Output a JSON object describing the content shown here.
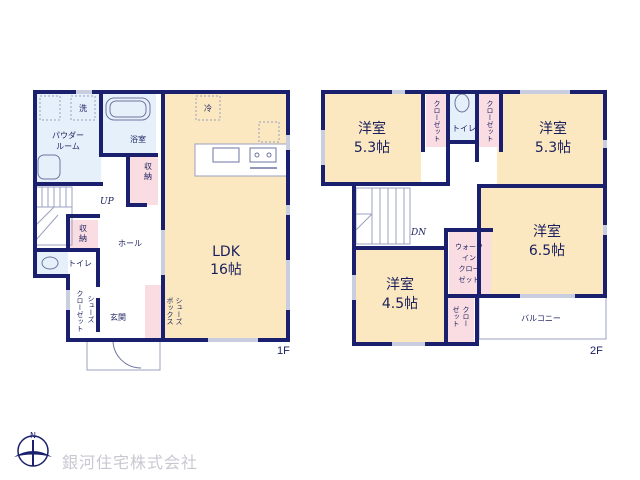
{
  "colors": {
    "wall": "#1a1f6e",
    "wood_floor": "#fbe8c0",
    "wet_floor": "#e6f0fa",
    "storage": "#fadde2",
    "hall": "#ffffff",
    "window": "#c9cde0",
    "logo_text": "#c8c8d2"
  },
  "floor1": {
    "tag": "1F",
    "rooms": {
      "ldk": {
        "name": "LDK",
        "size": "16帖"
      },
      "bath": {
        "name": "浴室"
      },
      "powder": {
        "name_l1": "パウダー",
        "name_l2": "ルーム"
      },
      "washer": {
        "name": "洗"
      },
      "fridge": {
        "name": "冷"
      },
      "storage1": {
        "l1": "収",
        "l2": "納"
      },
      "storage2": {
        "l1": "収",
        "l2": "納"
      },
      "hall": {
        "name": "ホール"
      },
      "toilet": {
        "name": "トイレ"
      },
      "entrance": {
        "name": "玄関"
      },
      "shoe_closet": {
        "l1": "シューズ",
        "l2": "クローゼット"
      },
      "shoe_box": {
        "l1": "シューズ",
        "l2": "ボックス"
      },
      "stairs": {
        "dir": "UP"
      }
    }
  },
  "floor2": {
    "tag": "2F",
    "rooms": {
      "room_nw": {
        "name": "洋室",
        "size": "5.3帖"
      },
      "room_ne": {
        "name": "洋室",
        "size": "5.3帖"
      },
      "room_e": {
        "name": "洋室",
        "size": "6.5帖"
      },
      "room_sw": {
        "name": "洋室",
        "size": "4.5帖"
      },
      "closet_n1": {
        "name": "クローゼット"
      },
      "closet_n2": {
        "name": "クローゼット"
      },
      "closet_s": {
        "l1": "クロー",
        "l2": "ゼット"
      },
      "toilet": {
        "name": "トイレ"
      },
      "wic": {
        "l1": "ウォーク",
        "l2": "イン",
        "l3": "クロー",
        "l4": "ゼット"
      },
      "balcony": {
        "name": "バルコニー"
      },
      "stairs": {
        "dir": "DN"
      }
    }
  },
  "compass": {
    "label": "N"
  },
  "company": {
    "name": "銀河住宅株式会社"
  }
}
